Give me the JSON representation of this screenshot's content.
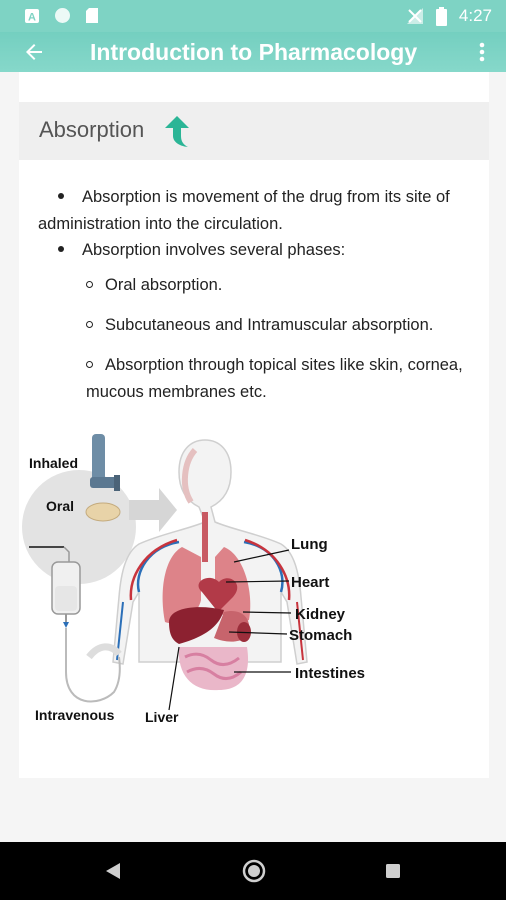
{
  "status_bar": {
    "time": "4:27",
    "icons": [
      "a-app-icon",
      "circle-icon",
      "sd-card-icon",
      "no-signal-icon",
      "battery-icon"
    ]
  },
  "app_bar": {
    "title": "Introduction to Pharmacology",
    "back_icon": "arrow-back-icon",
    "menu_icon": "more-vert-icon",
    "color": "#7ed3c4"
  },
  "section": {
    "heading": "Absorption",
    "heading_icon": "turn-up-arrow-icon",
    "bullets": [
      "Absorption is movement of the drug from its site of administration into the circulation.",
      "Absorption involves several phases:"
    ],
    "sub_bullets": [
      "Oral absorption.",
      "Subcutaneous and Intramuscular absorption.",
      "Absorption through topical sites like skin, cornea, mucous membranes etc."
    ]
  },
  "diagram": {
    "labels": {
      "inhaled": "Inhaled",
      "oral": "Oral",
      "intravenous": "Intravenous",
      "liver": "Liver",
      "lung": "Lung",
      "heart": "Heart",
      "kidney": "Kidney",
      "stomach": "Stomach",
      "intestines": "Intestines"
    }
  },
  "nav_bar": {
    "back_icon": "triangle-back-icon",
    "home_icon": "circle-home-icon",
    "recent_icon": "square-recent-icon"
  }
}
